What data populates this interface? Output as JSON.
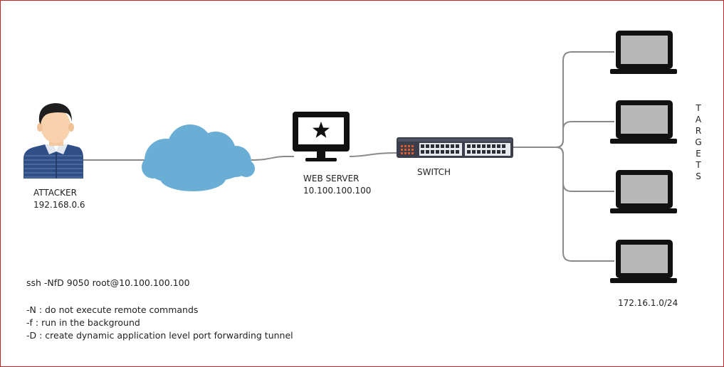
{
  "nodes": {
    "attacker": {
      "name": "ATTACKER",
      "ip": "192.168.0.6"
    },
    "web_server": {
      "name": "WEB SERVER",
      "ip": "10.100.100.100"
    },
    "switch": {
      "name": "SWITCH"
    },
    "targets": {
      "name": "TARGETS",
      "letters": [
        "T",
        "A",
        "R",
        "G",
        "E",
        "T",
        "S"
      ],
      "subnet": "172.16.1.0/24"
    }
  },
  "notes": {
    "command": "ssh -NfD 9050 root@10.100.100.100",
    "flags": [
      "-N : do not execute remote commands",
      "-f :  run in the background",
      "-D : create dynamic application level port forwarding tunnel"
    ]
  },
  "colors": {
    "link": "#8a8a8a",
    "cloud": "#6aaed6",
    "switch_body": "#3a3f4b",
    "laptop_screen": "#b8b8b8",
    "border": "#c0272d"
  }
}
